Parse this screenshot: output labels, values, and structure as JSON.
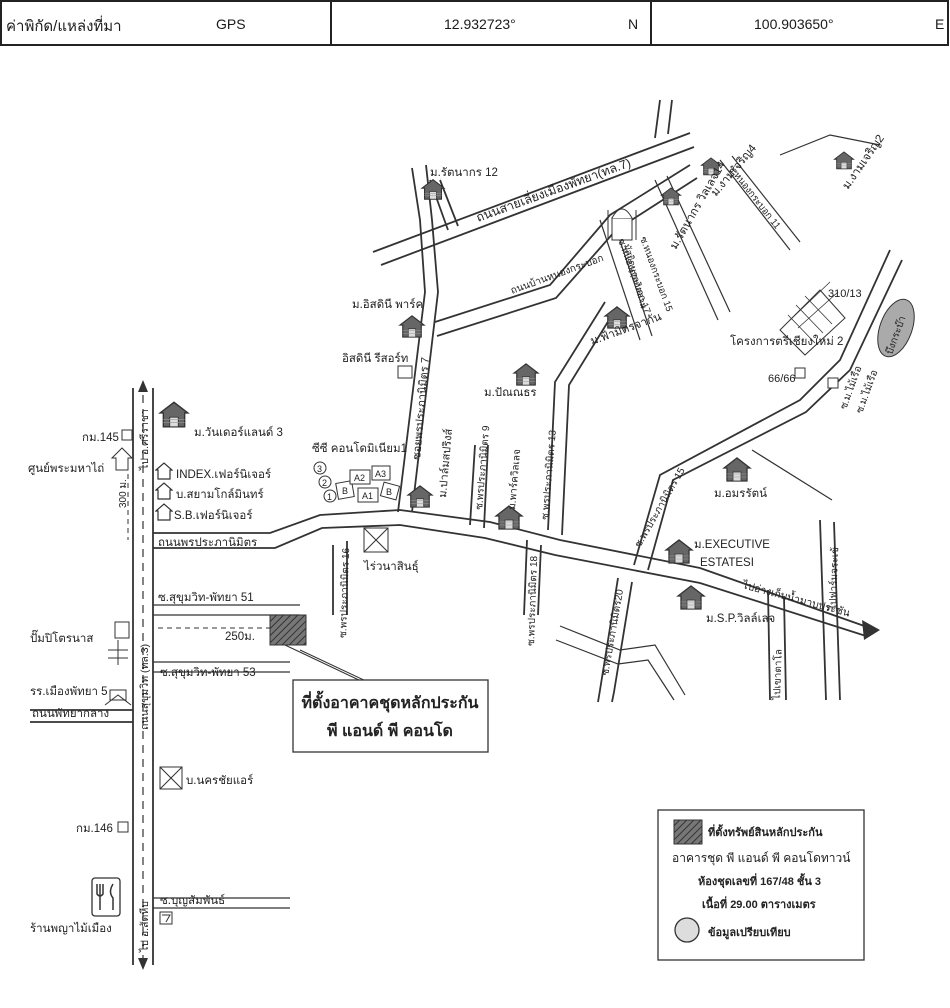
{
  "header": {
    "label": "ค่าพิกัด/แหล่งที่มา",
    "source": "GPS",
    "latitude": "12.932723°",
    "lat_dir": "N",
    "longitude": "100.903650°",
    "lon_dir": "E"
  },
  "roads": {
    "bypass": "ถนนสายเลี่ยงเมืองพัทยา(ทล.7)",
    "nong_krabok": "ถนนบ้านหนองกระบอก",
    "phra_tamnak": "ถนนพรประภานิมิตร",
    "soi_pornprapha_7": "ซอยพรประภานิมิตร 7",
    "soi_pornprapha_9": "ซ.พรประภานิมิตร 9",
    "soi_pornprapha_13": "ซ.พรประภานิมิตร 13",
    "soi_pornprapha_15": "ซ.พรประภานิมิตร 15",
    "soi_pornprapha_16": "ซ.พรประภานิมิตร 16",
    "soi_pornprapha_18": "ซ.พรประภานิมิตร 18",
    "soi_pornprapha_20": "ซ.พรประภานิมิตร20",
    "soi_nongkrabok_11": "ซ.หนองกระบอก 11",
    "soi_nongkrabok_15": "ซ.หนองกระบอก 15",
    "soi_nongkrabok_17": "ซ.หนองกระบอก 17",
    "soi_sukhumvit_51": "ซ.สุขุมวิท-พัทยา 51",
    "soi_sukhumvit_53": "ซ.สุขุมวิท-พัทยา 53",
    "soi_boonsamphan": "ซ.บุญสัมพันธ์",
    "soi_mabprachan_1": "ซ.ม.ไม้เรือ",
    "soi_mabprachan_2": "ซ.ม.ไม้เรือ",
    "sukhumvit": "ถนนสุขุมวิท (ทล.3)",
    "to_sriracha": "ไป อ.ศรีราชา",
    "to_sattahip": "ไป อ.สัตหีบ",
    "pattaya_klang": "ถนนพัทยากลาง",
    "to_reservoir": "ไปอ่างเก็บน้ำมาบประชัน",
    "to_khaotalo": "ไปเขาตาโล",
    "to_faikarn": "ไปฟาร์มจระเข้"
  },
  "places": {
    "ratanakorn12": "ม.รัตนากร 12",
    "ngamcharoen4": "ม.งามเจริญ4",
    "ngamcharoen2": "ม.งามเจริญ2",
    "ratanakorn_village14": "ม.รัตนากร วิลเลจ14",
    "mosque": "มัสยิดนูรุลอิสลาม",
    "isadinee_park": "ม.อิสดินี พาร์ค",
    "isadinee_resort": "อิสดินี รีสอร์ท",
    "fa_mitr": "ม.ฟ้ามิตรจากัน",
    "project_310": "310/13",
    "project_new": "โครงการตรีเชียงใหม่ 2",
    "nong_krapo": "บึงกระบ๊า",
    "house_66": "66/66",
    "pinnathorn": "ม.ปัณณธร",
    "cc_condo": "ซีซี คอนโดมิเนียม1",
    "palm_springs": "ม.ปาล์มสปริงส์",
    "park_village": "ม.พาร์ควิลเลจ",
    "amornrat": "ม.อมรรัตน์",
    "executive": "ม.EXECUTIVE",
    "estatesi": "ESTATESI",
    "sp_village": "ม.S.P.วิลล์เลจ",
    "rainasin": "ไร่วนาสินธุ์",
    "wonderland": "ม.วันเดอร์แลนด์ 3",
    "km145": "กม.145",
    "buddha_center": "ศูนย์พระมหาไถ่",
    "dist_300": "300 ม.",
    "index": "INDEX.เฟอร์นิเจอร์",
    "siam_global": "บ.สยามโกล์มินทร์",
    "sb_furniture": "S.B.เฟอร์นิเจอร์",
    "gas_station": "ปั๊มปิโตรนาส",
    "school": "รร.เมืองพัทยา 5",
    "dist_250": "250ม.",
    "nakhonchai": "บ.นครชัยแอร์",
    "km146": "กม.146",
    "restaurant": "ร้านพญาไม้เมือง",
    "marker_1": "1",
    "marker_2": "2",
    "marker_3": "3",
    "a1": "A1",
    "a2": "A2",
    "a3": "A3",
    "b1": "B",
    "b2": "B"
  },
  "target_label": {
    "line1": "ที่ตั้งอาคาคชุดหลักประกัน",
    "line2": "พี แอนด์ พี คอนโด"
  },
  "legend": {
    "collateral": "ที่ตั้งทรัพย์สินหลักประกัน",
    "building": "อาคารชุด พี แอนด์ พี คอนโดทาวน์",
    "unit": "ห้องชุดเลขที่ 167/48 ชั้น 3",
    "area": "เนื้อที่ 29.00 ตารางเมตร",
    "compare": "ข้อมูลเปรียบเทียบ"
  },
  "colors": {
    "line": "#333333",
    "hatch": "#555555",
    "text": "#1a1a1a"
  }
}
